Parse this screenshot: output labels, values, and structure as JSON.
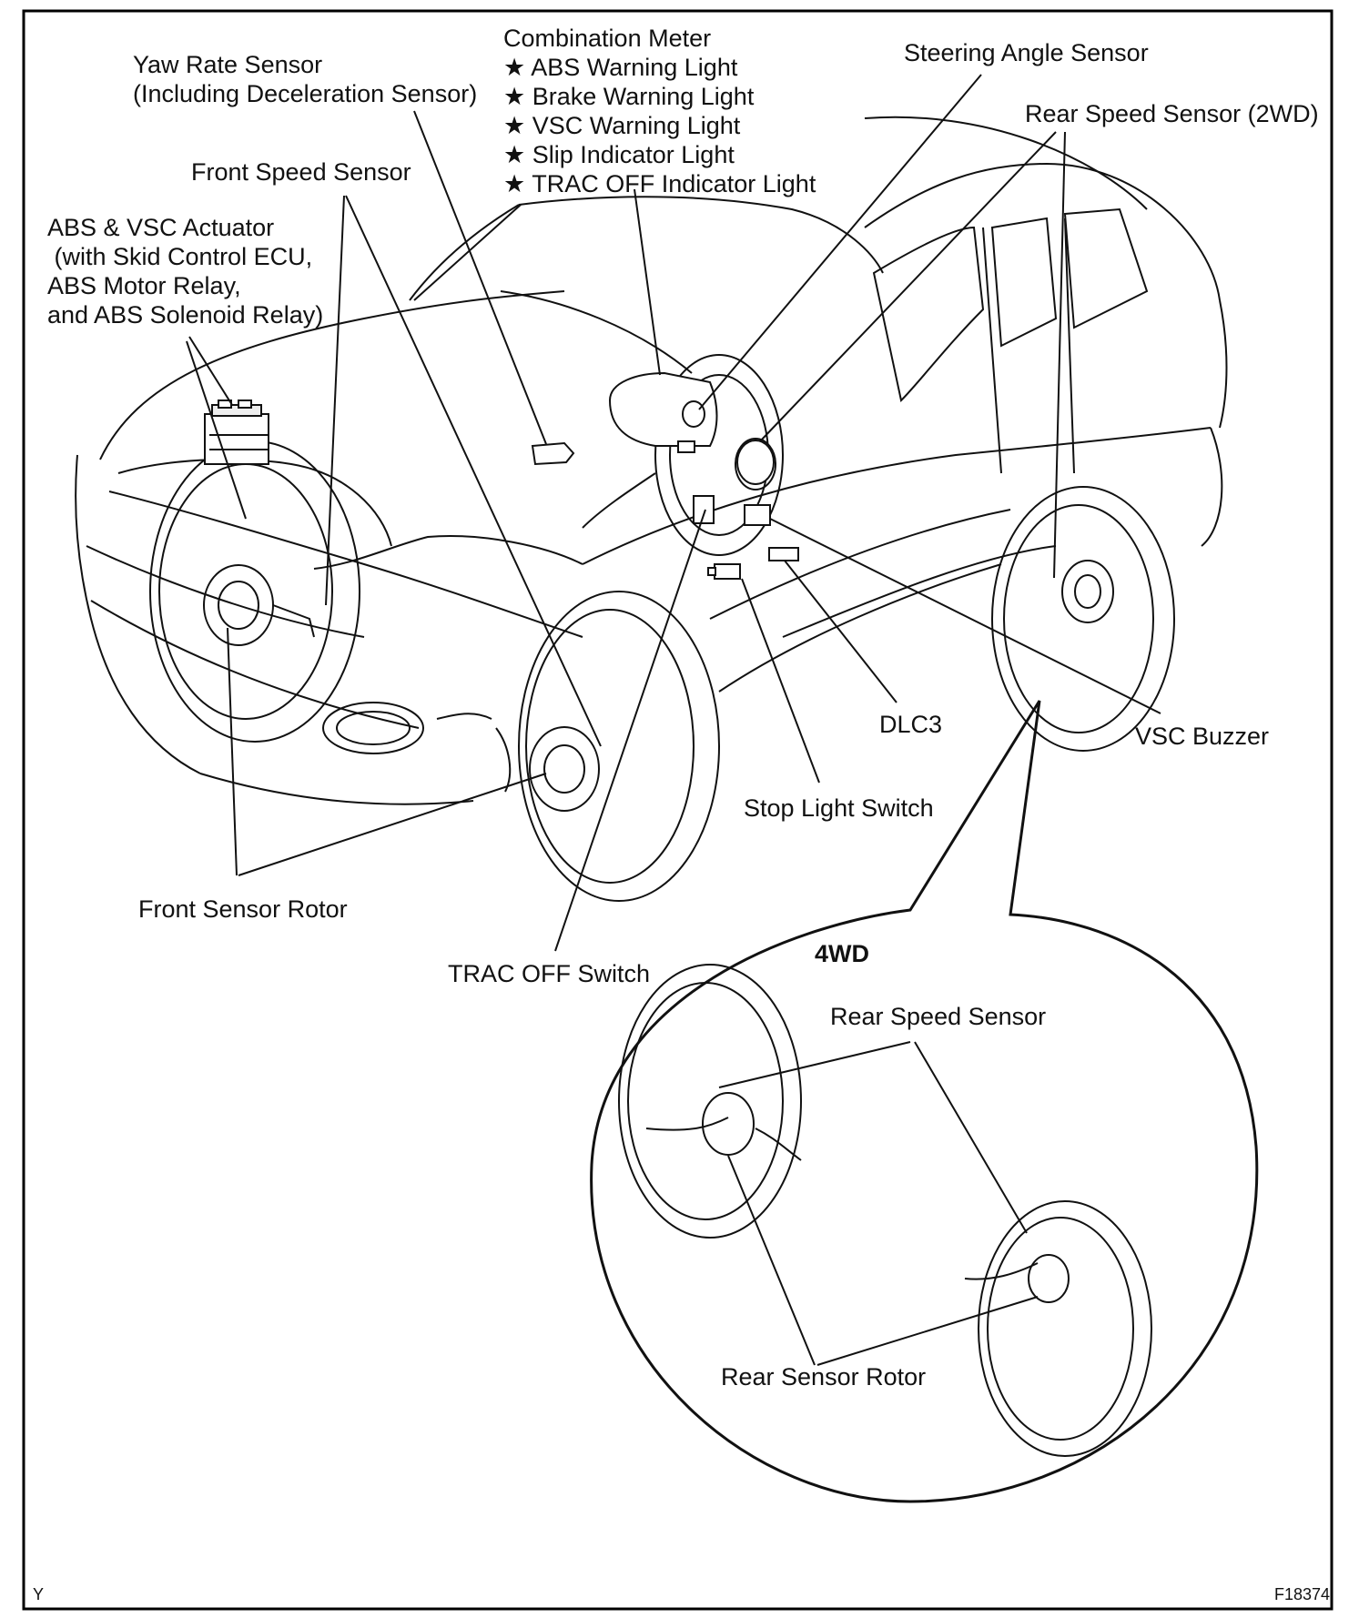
{
  "labels": {
    "yaw_rate_sensor": "Yaw Rate Sensor",
    "yaw_rate_sensor_sub": "(Including Deceleration Sensor)",
    "combination_meter": "Combination Meter",
    "meter_items": [
      "★ ABS Warning Light",
      "★ Brake Warning Light",
      "★ VSC Warning Light",
      "★ Slip Indicator Light",
      "★ TRAC OFF Indicator Light"
    ],
    "steering_angle_sensor": "Steering Angle Sensor",
    "rear_speed_sensor_2wd": "Rear Speed Sensor (2WD)",
    "front_speed_sensor": "Front Speed Sensor",
    "abs_vsc_actuator": [
      "ABS & VSC Actuator",
      " (with Skid Control ECU,",
      "ABS Motor Relay,",
      "and ABS Solenoid Relay)"
    ],
    "dlc3": "DLC3",
    "vsc_buzzer": "VSC Buzzer",
    "stop_light_switch": "Stop Light Switch",
    "front_sensor_rotor": "Front Sensor Rotor",
    "trac_off_switch": "TRAC OFF Switch",
    "inset_title": "4WD",
    "rear_speed_sensor": "Rear Speed Sensor",
    "rear_sensor_rotor": "Rear Sensor Rotor"
  },
  "corner": {
    "left": "Y",
    "right": "F18374"
  }
}
